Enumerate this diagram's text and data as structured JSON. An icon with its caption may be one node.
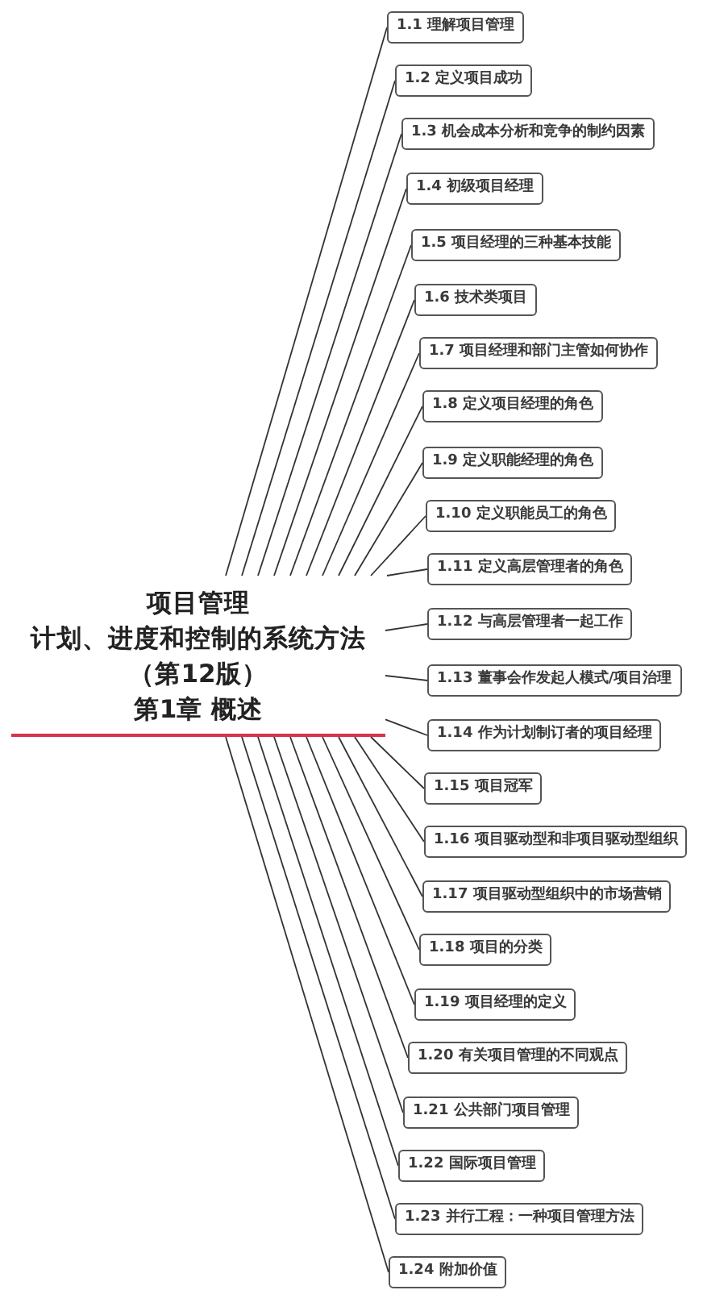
{
  "diagram": {
    "nodes": [
      {
        "text": [
          "项目管理",
          "计划、进度和控制的系统方法",
          "（第12版）",
          "第1章 概述"
        ]
      },
      {
        "text": [
          "1.1 理解项目管理"
        ]
      },
      {
        "text": [
          "1.2 定义项目成功"
        ]
      },
      {
        "text": [
          "1.3 机会成本分析和竞争的制约因素"
        ]
      },
      {
        "text": [
          "1.4 初级项目经理"
        ]
      },
      {
        "text": [
          "1.5 项目经理的三种基本技能"
        ]
      },
      {
        "text": [
          "1.6 技术类项目"
        ]
      },
      {
        "text": [
          "1.7 项目经理和部门主管如何协作"
        ]
      },
      {
        "text": [
          "1.8 定义项目经理的角色"
        ]
      },
      {
        "text": [
          "1.9 定义职能经理的角色"
        ]
      },
      {
        "text": [
          "1.10 定义职能员工的角色"
        ]
      },
      {
        "text": [
          "1.11 定义高层管理者的角色"
        ]
      },
      {
        "text": [
          "1.12 与高层管理者一起工作"
        ]
      },
      {
        "text": [
          "1.13 董事会作发起人模式/项目治理"
        ]
      },
      {
        "text": [
          "1.14 作为计划制订者的项目经理"
        ]
      },
      {
        "text": [
          "1.15 项目冠军"
        ]
      },
      {
        "text": [
          "1.16 项目驱动型和非项目驱动型组织"
        ]
      },
      {
        "text": [
          "1.17 项目驱动型组织中的市场营销"
        ]
      },
      {
        "text": [
          "1.18 项目的分类"
        ]
      },
      {
        "text": [
          "1.19 项目经理的定义"
        ]
      },
      {
        "text": [
          "1.20 有关项目管理的不同观点"
        ]
      },
      {
        "text": [
          "1.21 公共部门项目管理"
        ]
      },
      {
        "text": [
          "1.22 国际项目管理"
        ]
      },
      {
        "text": [
          "1.23 并行工程：一种项目管理方法"
        ]
      },
      {
        "text": [
          "1.24 附加价值"
        ]
      }
    ],
    "edges": [
      {
        "from": 0,
        "to": 1,
        "arrow": "none"
      },
      {
        "from": 0,
        "to": 2,
        "arrow": "none"
      },
      {
        "from": 0,
        "to": 3,
        "arrow": "none"
      },
      {
        "from": 0,
        "to": 4,
        "arrow": "none"
      },
      {
        "from": 0,
        "to": 5,
        "arrow": "none"
      },
      {
        "from": 0,
        "to": 6,
        "arrow": "none"
      },
      {
        "from": 0,
        "to": 7,
        "arrow": "none"
      },
      {
        "from": 0,
        "to": 8,
        "arrow": "none"
      },
      {
        "from": 0,
        "to": 9,
        "arrow": "none"
      },
      {
        "from": 0,
        "to": 10,
        "arrow": "none"
      },
      {
        "from": 0,
        "to": 11,
        "arrow": "none"
      },
      {
        "from": 0,
        "to": 12,
        "arrow": "none"
      },
      {
        "from": 0,
        "to": 13,
        "arrow": "none"
      },
      {
        "from": 0,
        "to": 14,
        "arrow": "none"
      },
      {
        "from": 0,
        "to": 15,
        "arrow": "none"
      },
      {
        "from": 0,
        "to": 16,
        "arrow": "none"
      },
      {
        "from": 0,
        "to": 17,
        "arrow": "none"
      },
      {
        "from": 0,
        "to": 18,
        "arrow": "none"
      },
      {
        "from": 0,
        "to": 19,
        "arrow": "none"
      },
      {
        "from": 0,
        "to": 20,
        "arrow": "none"
      },
      {
        "from": 0,
        "to": 21,
        "arrow": "none"
      },
      {
        "from": 0,
        "to": 22,
        "arrow": "none"
      },
      {
        "from": 0,
        "to": 23,
        "arrow": "none"
      },
      {
        "from": 0,
        "to": 24,
        "arrow": "none"
      }
    ]
  }
}
